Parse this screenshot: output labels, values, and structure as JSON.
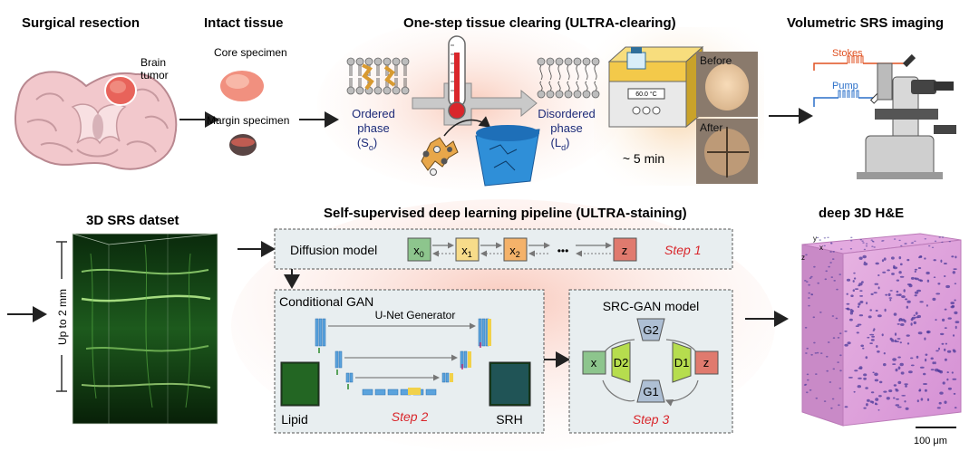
{
  "colors": {
    "red_step": "#d9262b",
    "navy_label": "#1b2a78",
    "box_fill": "#e8eef0",
    "x0_fill": "#8dc58d",
    "x1_fill": "#f7dc8a",
    "x2_fill": "#f4b26a",
    "z_fill": "#e07a6e",
    "d_fill": "#b6dd4e",
    "g_fill": "#aebfd4",
    "unet_blue": "#5ba3dd",
    "he_pink": "#d89ad6",
    "srs_green": "#3f9a3a"
  },
  "top_row": {
    "surgical": {
      "title": "Surgical resection",
      "tumor_label_line1": "Brain",
      "tumor_label_line2": "tumor",
      "icon": "brain-section-icon"
    },
    "intact": {
      "title": "Intact tissue",
      "core_label": "Core specimen",
      "margin_label": "Margin specimen"
    },
    "clearing": {
      "title": "One-step tissue clearing (ULTRA-clearing)",
      "ordered_line1": "Ordered",
      "ordered_line2": "phase",
      "ordered_line3": "(S",
      "ordered_sub": "o",
      "disordered_line1": "Disordered",
      "disordered_line2": "phase",
      "disordered_line3": "(L",
      "disordered_sub": "d",
      "heater_display": "60.0 °C",
      "time_label": "~ 5 min",
      "before_label": "Before",
      "after_label": "After"
    },
    "imaging": {
      "title": "Volumetric SRS imaging",
      "stokes_label": "Stokes",
      "pump_label": "Pump",
      "icon": "microscope-icon"
    }
  },
  "bottom_row": {
    "srs_dataset": {
      "title": "3D SRS datset",
      "depth_label": "Up to 2 mm"
    },
    "pipeline": {
      "title": "Self-supervised deep learning pipeline (ULTRA-staining)",
      "diffusion_label": "Diffusion model",
      "x0": "x",
      "x0_sub": "0",
      "x1": "x",
      "x1_sub": "1",
      "x2": "x",
      "x2_sub": "2",
      "ellipsis": "•••",
      "z_label": "z",
      "step1": "Step 1",
      "cgan_title": "Conditional GAN",
      "unet_label": "U-Net Generator",
      "lipid_label": "Lipid",
      "srh_label": "SRH",
      "step2": "Step 2",
      "srcgan_title": "SRC-GAN model",
      "x_label": "x",
      "z2_label": "z",
      "d1_label": "D1",
      "d2_label": "D2",
      "g1_label": "G1",
      "g2_label": "G2",
      "step3": "Step 3"
    },
    "he_output": {
      "title": "deep 3D H&E",
      "axis_y": "y",
      "axis_x": "x",
      "axis_z": "z",
      "scale_label": "100 μm"
    }
  }
}
